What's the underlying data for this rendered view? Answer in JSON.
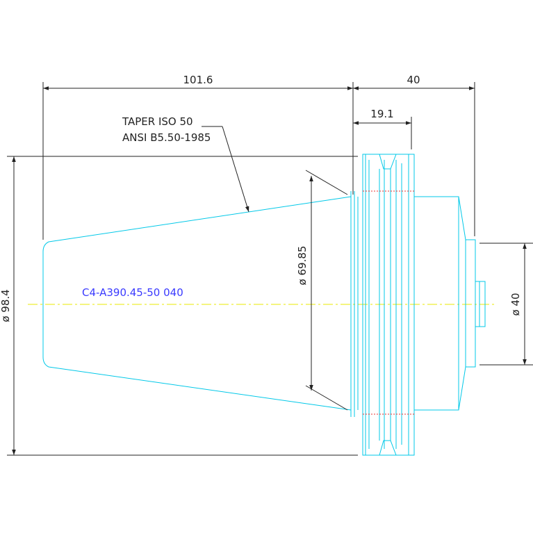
{
  "drawing": {
    "part_number": "C4-A390.45-50 040",
    "taper_note": [
      "TAPER ISO 50",
      "ANSI B5.50-1985"
    ],
    "dimensions": {
      "overall_taper_length": "101.6",
      "flange_to_end_length": "40",
      "flange_width": "19.1",
      "flange_diameter": "ø 98.4",
      "gauge_diameter": "ø 69.85",
      "shank_diameter": "ø 40"
    },
    "colors": {
      "geometry": "#00c8e8",
      "dimension": "#222222",
      "centerline": "#e8e800",
      "part_label": "#3a3aff",
      "hidden": "#e83030",
      "background": "#ffffff"
    }
  }
}
